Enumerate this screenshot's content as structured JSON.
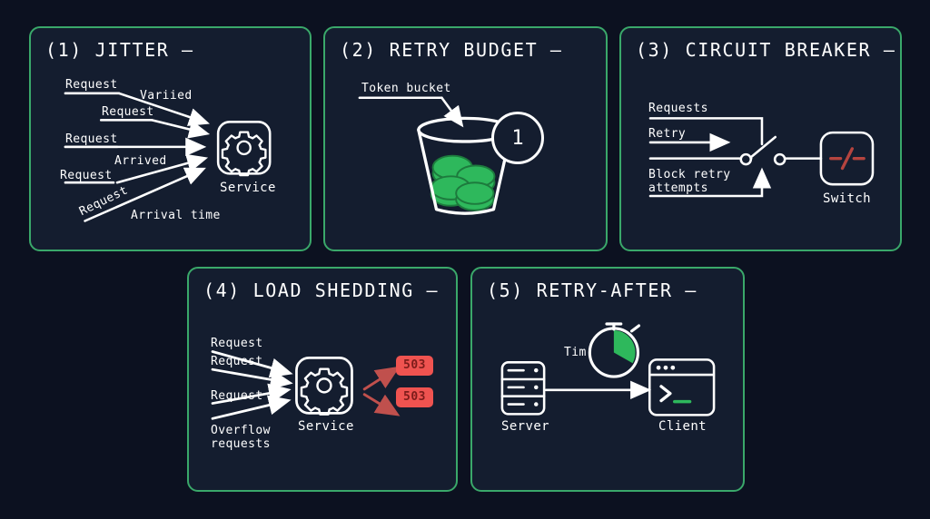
{
  "theme": {
    "page_background": "#0c1120",
    "panel_background": "#141d2f",
    "panel_border": "#3aa86a",
    "stroke": "#ffffff",
    "accent_green": "#2eb85c",
    "error_red": "#ef5350",
    "error_arrow": "#c0504d",
    "error_text": "#7c1c1a",
    "switch_red": "#b5443f"
  },
  "panels": [
    {
      "id": "jitter",
      "title": "(1) JITTER —",
      "icon_caption": "Service",
      "icon": "gear-icon",
      "labels": {
        "request_1": "Request",
        "request_2": "Request",
        "request_3": "Request",
        "request_4": "Request",
        "request_5": "Request",
        "variied": "Variied",
        "arrived": "Arrived",
        "arrival_time": "Arrival time"
      }
    },
    {
      "id": "retry-budget",
      "title": "(2) RETRY BUDGET —",
      "labels": {
        "token_bucket": "Token bucket",
        "token_count": "1"
      },
      "icon": "bucket-with-coins-icon"
    },
    {
      "id": "circuit-breaker",
      "title": "(3) CIRCUIT BREAKER —",
      "icon_caption": "Switch",
      "icon": "switch-icon",
      "labels": {
        "requests": "Requests",
        "retry": "Retry",
        "block_retry_line1": "Block retry",
        "block_retry_line2": "attempts"
      }
    },
    {
      "id": "load-shedding",
      "title": "(4) LOAD SHEDDING —",
      "icon_caption": "Service",
      "icon": "gear-icon",
      "labels": {
        "request_1": "Request",
        "request_2": "Request",
        "request_3": "Request",
        "overflow_line1": "Overflow",
        "overflow_line2": "requests"
      },
      "error_badges": [
        "503",
        "503"
      ]
    },
    {
      "id": "retry-after",
      "title": "(5) RETRY-AFTER —",
      "labels": {
        "timer": "Tim",
        "server": "Server",
        "client": "Client"
      },
      "icons": [
        "server-icon",
        "stopwatch-icon",
        "terminal-icon"
      ]
    }
  ]
}
